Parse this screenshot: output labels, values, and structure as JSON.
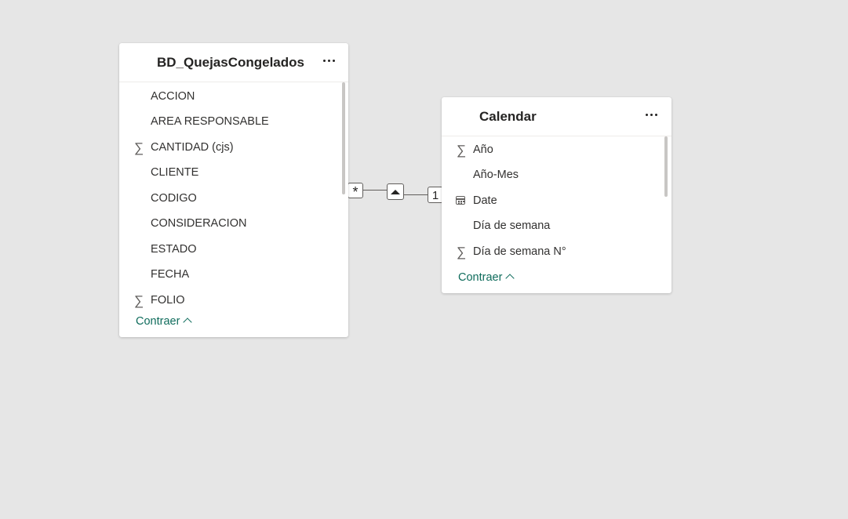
{
  "tables": {
    "bd": {
      "title": "BD_QuejasCongelados",
      "fields": [
        {
          "label": "ACCION",
          "icon": "none"
        },
        {
          "label": "AREA RESPONSABLE",
          "icon": "none"
        },
        {
          "label": "CANTIDAD (cjs)",
          "icon": "sum-icon"
        },
        {
          "label": "CLIENTE",
          "icon": "none"
        },
        {
          "label": "CODIGO",
          "icon": "none"
        },
        {
          "label": "CONSIDERACION",
          "icon": "none"
        },
        {
          "label": "ESTADO",
          "icon": "none"
        },
        {
          "label": "FECHA",
          "icon": "none"
        },
        {
          "label": "FOLIO",
          "icon": "sum-icon"
        }
      ],
      "collapse_label": "Contraer"
    },
    "calendar": {
      "title": "Calendar",
      "fields": [
        {
          "label": "Año",
          "icon": "sum-icon"
        },
        {
          "label": "Año-Mes",
          "icon": "none"
        },
        {
          "label": "Date",
          "icon": "calendar-icon"
        },
        {
          "label": "Día de semana",
          "icon": "none"
        },
        {
          "label": "Día de semana N°",
          "icon": "sum-icon"
        }
      ],
      "collapse_label": "Contraer"
    }
  },
  "relationship": {
    "from_cardinality": "*",
    "to_cardinality": "1",
    "filter_direction": "single-arrow-up-icon"
  },
  "symbols": {
    "sum": "∑"
  },
  "colors": {
    "canvas": "#e6e6e6",
    "accent_link": "#0f6c5c"
  }
}
